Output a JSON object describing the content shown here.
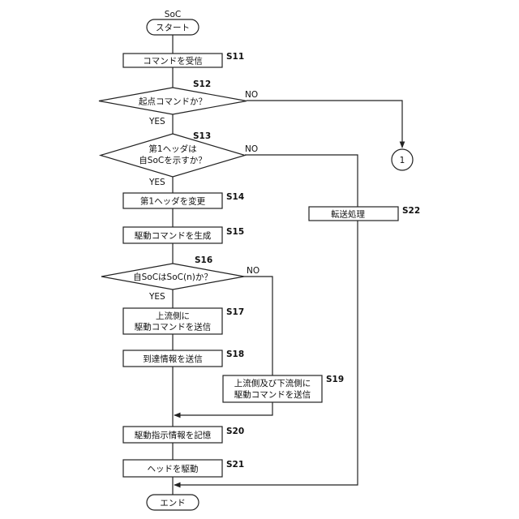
{
  "title": "SoC",
  "terminals": {
    "start": "スタート",
    "end": "エンド"
  },
  "steps": {
    "s11": {
      "id": "S11",
      "text": "コマンドを受信"
    },
    "s12": {
      "id": "S12",
      "text": "起点コマンドか？"
    },
    "s13": {
      "id": "S13",
      "line1": "第1ヘッダは",
      "line2": "自SoCを示すか？"
    },
    "s14": {
      "id": "S14",
      "text": "第1ヘッダを変更"
    },
    "s15": {
      "id": "S15",
      "text": "駆動コマンドを生成"
    },
    "s16": {
      "id": "S16",
      "text": "自SoCはSoC(n)か？"
    },
    "s17": {
      "id": "S17",
      "line1": "上流側に",
      "line2": "駆動コマンドを送信"
    },
    "s18": {
      "id": "S18",
      "text": "到達情報を送信"
    },
    "s19": {
      "id": "S19",
      "line1": "上流側及び下流側に",
      "line2": "駆動コマンドを送信"
    },
    "s20": {
      "id": "S20",
      "text": "駆動指示情報を記憶"
    },
    "s21": {
      "id": "S21",
      "text": "ヘッドを駆動"
    },
    "s22": {
      "id": "S22",
      "text": "転送処理"
    }
  },
  "labels": {
    "yes": "YES",
    "no": "NO"
  },
  "connector": "1"
}
